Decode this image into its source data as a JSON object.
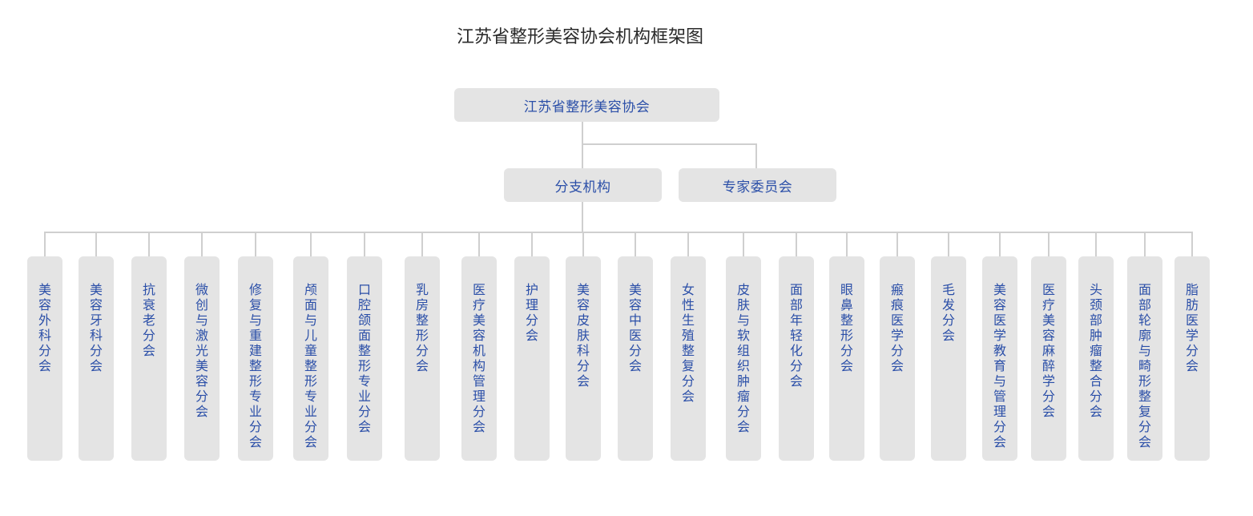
{
  "title": "江苏省整形美容协会机构框架图",
  "root": {
    "label": "江苏省整形美容协会"
  },
  "level2": [
    {
      "label": "分支机构"
    },
    {
      "label": "专家委员会"
    }
  ],
  "branches": [
    {
      "label": "美容外科分会"
    },
    {
      "label": "美容牙科分会"
    },
    {
      "label": "抗衰老分会"
    },
    {
      "label": "微创与激光美容分会"
    },
    {
      "label": "修复与重建整形专业分会"
    },
    {
      "label": "颅面与儿童整形专业分会"
    },
    {
      "label": "口腔颌面整形专业分会"
    },
    {
      "label": "乳房整形分会"
    },
    {
      "label": "医疗美容机构管理分会"
    },
    {
      "label": "护理分会"
    },
    {
      "label": "美容皮肤科分会"
    },
    {
      "label": "美容中医分会"
    },
    {
      "label": "女性生殖整复分会"
    },
    {
      "label": "皮肤与软组织肿瘤分会"
    },
    {
      "label": "面部年轻化分会"
    },
    {
      "label": "眼鼻整形分会"
    },
    {
      "label": "瘢痕医学分会"
    },
    {
      "label": "毛发分会"
    },
    {
      "label": "美容医学教育与管理分会"
    },
    {
      "label": "医疗美容麻醉学分会"
    },
    {
      "label": "头颈部肿瘤整合分会"
    },
    {
      "label": "面部轮廓与畸形整复分会"
    },
    {
      "label": "脂肪医学分会"
    }
  ],
  "colors": {
    "box_fill": "#e4e4e4",
    "box_text": "#2b4fa8",
    "connector": "#cfcfcf",
    "title_text": "#2a2a2a"
  }
}
